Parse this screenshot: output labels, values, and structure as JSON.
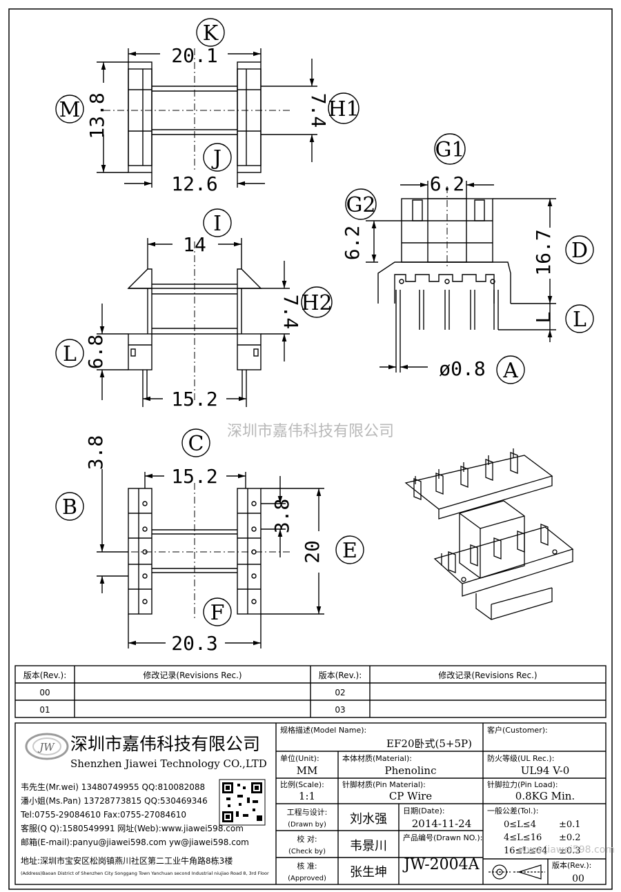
{
  "dims": {
    "top_width": "20.1",
    "top_height": "13.8",
    "top_inner": "7.4",
    "top_bottom": "12.6",
    "side_top": "6.2",
    "side_height_left": "6.2",
    "side_height_right": "16.7",
    "side_pin_len": "L",
    "side_pin_dia": "ø0.8",
    "front_top": "14",
    "front_window": "7.4",
    "front_base": "6.8",
    "front_pin_span": "15.2",
    "bot_top": "15.2",
    "bot_pitch_left": "3.8",
    "bot_pitch_right": "3.8",
    "bot_height": "20",
    "bot_width": "20.3"
  },
  "callouts": [
    "K",
    "M",
    "H1",
    "J",
    "G1",
    "G2",
    "D",
    "L",
    "A",
    "I",
    "H2",
    "L",
    "C",
    "B",
    "E",
    "F"
  ],
  "watermark": "深圳市嘉伟科技有限公司",
  "revisions": {
    "rev_header": "版本(Rev.):",
    "rec_header": "修改记录(Revisions Rec.)",
    "left_revs": [
      "00",
      "01"
    ],
    "right_revs": [
      "02",
      "03"
    ]
  },
  "company": {
    "logo_text": "JW",
    "name_cn": "深圳市嘉伟科技有限公司",
    "name_en": "Shenzhen Jiawei Technology CO.,LTD",
    "contacts": [
      "韦先生(Mr.wei) 13480749955 QQ:810082088",
      "潘小姐(Ms.Pan) 13728773815 QQ:530469346",
      "Tel:0755-29084610     Fax:0755-27084610",
      "客服(Q Q):1580549991   网址(Web):www.jiawei598.com",
      "邮箱(E-mail):panyu@jiawei598.com  yw@jiawei598.com"
    ],
    "address_cn": "地址:深圳市宝安区松岗镇燕川社区第二工业牛角路8栋3楼",
    "address_en": "(Address)Baoan District of Shenzhen City Songgang Town Yanchuan  second Industrial niujiao Road 8, 3rd Floor"
  },
  "title_block": {
    "model_label": "规格描述(Model Name):",
    "model_value": "EF20卧式(5+5P)",
    "customer_label": "客户(Customer):",
    "unit_label": "单位(Unit):",
    "unit_value": "MM",
    "material_label": "本体材质(Material):",
    "material_value": "Phenolinc",
    "ul_label": "防火等级(UL Rec.):",
    "ul_value": "UL94 V-0",
    "scale_label": "比例(Scale):",
    "scale_value": "1:1",
    "pin_material_label": "针脚材质(Pin Material):",
    "pin_material_value": "CP Wire",
    "pin_load_label": "针脚拉力(Pin Load):",
    "pin_load_value": "0.8KG Min.",
    "drawn_label_cn": "工程与设计:",
    "drawn_label_en": "(Drawn by)",
    "drawn_value": "刘水强",
    "date_label": "日期(Date):",
    "date_value": "2014-11-24",
    "check_label_cn": "校  对:",
    "check_label_en": "(Check by)",
    "check_value": "韦景川",
    "drawn_no_label": "产品编号(Drawn NO.):",
    "drawn_no_value": "JW-2004A",
    "approve_label_cn": "核  准:",
    "approve_label_en": "(Approved)",
    "approve_value": "张生坤",
    "tol_label": "一般公差(Tol.):",
    "tol_rows": [
      [
        "0≤L≤4",
        "±0.1"
      ],
      [
        "4≤L≤16",
        "±0.2"
      ],
      [
        "16≤L≤64",
        "±0.3"
      ]
    ],
    "rev_label": "版本(Rev.):",
    "rev_value": "00",
    "footer_url": "www.jiawei598.com"
  }
}
